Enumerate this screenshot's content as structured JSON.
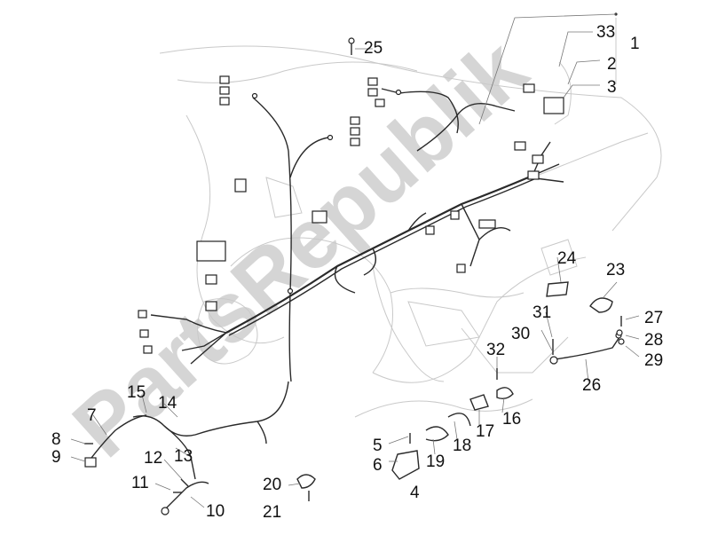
{
  "watermark": {
    "text": "PartsRepublik",
    "color": "#c8c8c8"
  },
  "callouts": [
    "1",
    "2",
    "3",
    "33",
    "4",
    "5",
    "6",
    "7",
    "8",
    "9",
    "10",
    "11",
    "12",
    "13",
    "14",
    "15",
    "16",
    "17",
    "18",
    "19",
    "20",
    "21",
    "23",
    "24",
    "25",
    "26",
    "27",
    "28",
    "29",
    "30",
    "31",
    "32"
  ],
  "colors": {
    "line": "#2a2a2a",
    "frame_ghost": "#c9c9c9",
    "label": "#111111"
  }
}
